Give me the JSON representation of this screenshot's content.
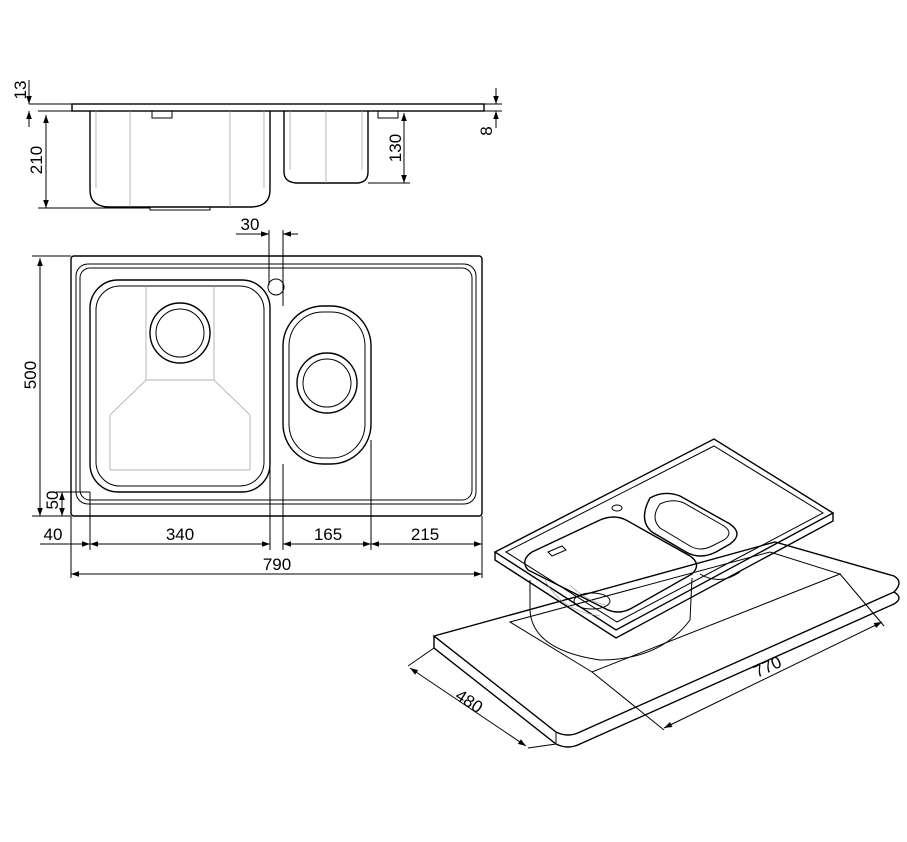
{
  "dimensions": {
    "top_edge_thickness": "13",
    "bowl_depth_large": "210",
    "bowl_depth_small": "130",
    "rim_height": "8",
    "tap_hole_offset": "30",
    "overall_depth": "500",
    "front_margin": "50",
    "side_margin": "40",
    "large_bowl_width": "340",
    "small_bowl_width": "165",
    "drainer_width": "215",
    "overall_width": "790",
    "cutout_depth": "480",
    "cutout_width": "770"
  }
}
